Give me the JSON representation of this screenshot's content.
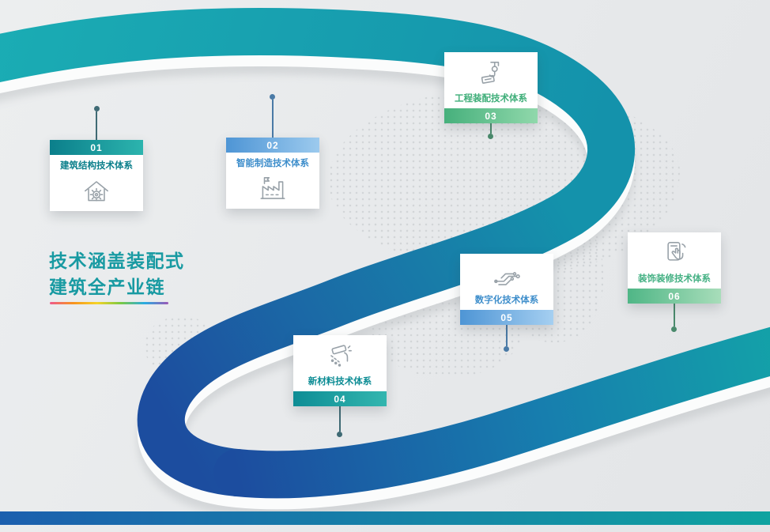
{
  "headline": {
    "line1": "技术涵盖装配式",
    "line2": "建筑全产业链",
    "color": "#189aa2"
  },
  "cards": [
    {
      "number": "01",
      "label": "建筑结构技术体系",
      "icon": "house-gear-icon",
      "bar_from": "#0b7f8b",
      "bar_to": "#2cb4ae",
      "label_color": "#0b7f8b",
      "stem_color": "#3f6a74"
    },
    {
      "number": "02",
      "label": "智能制造技术体系",
      "icon": "factory-icon",
      "bar_from": "#4e95d5",
      "bar_to": "#9ccaee",
      "label_color": "#3e8ecb",
      "stem_color": "#4a7aa6"
    },
    {
      "number": "03",
      "label": "工程装配技术体系",
      "icon": "crane-hook-icon",
      "bar_from": "#46b07c",
      "bar_to": "#90d8ab",
      "label_color": "#3fae79",
      "stem_color": "#4a8a6c"
    },
    {
      "number": "04",
      "label": "新材料技术体系",
      "icon": "paint-roller-icon",
      "bar_from": "#0e8d95",
      "bar_to": "#33b6af",
      "label_color": "#0e8d95",
      "stem_color": "#3f6a74"
    },
    {
      "number": "05",
      "label": "数字化技术体系",
      "icon": "circuit-icon",
      "bar_from": "#4e95d5",
      "bar_to": "#a5cff1",
      "label_color": "#3e8ecb",
      "stem_color": "#4a7aa6"
    },
    {
      "number": "06",
      "label": "装饰装修技术体系",
      "icon": "touch-device-icon",
      "bar_from": "#4fb686",
      "bar_to": "#a8ddba",
      "label_color": "#45b184",
      "stem_color": "#4a8a6c"
    }
  ],
  "road": {
    "teal": "#16a3ab",
    "blue": "#1c4d9f"
  },
  "footer": {
    "from": "#1c5fae",
    "to": "#0fa3a0"
  }
}
